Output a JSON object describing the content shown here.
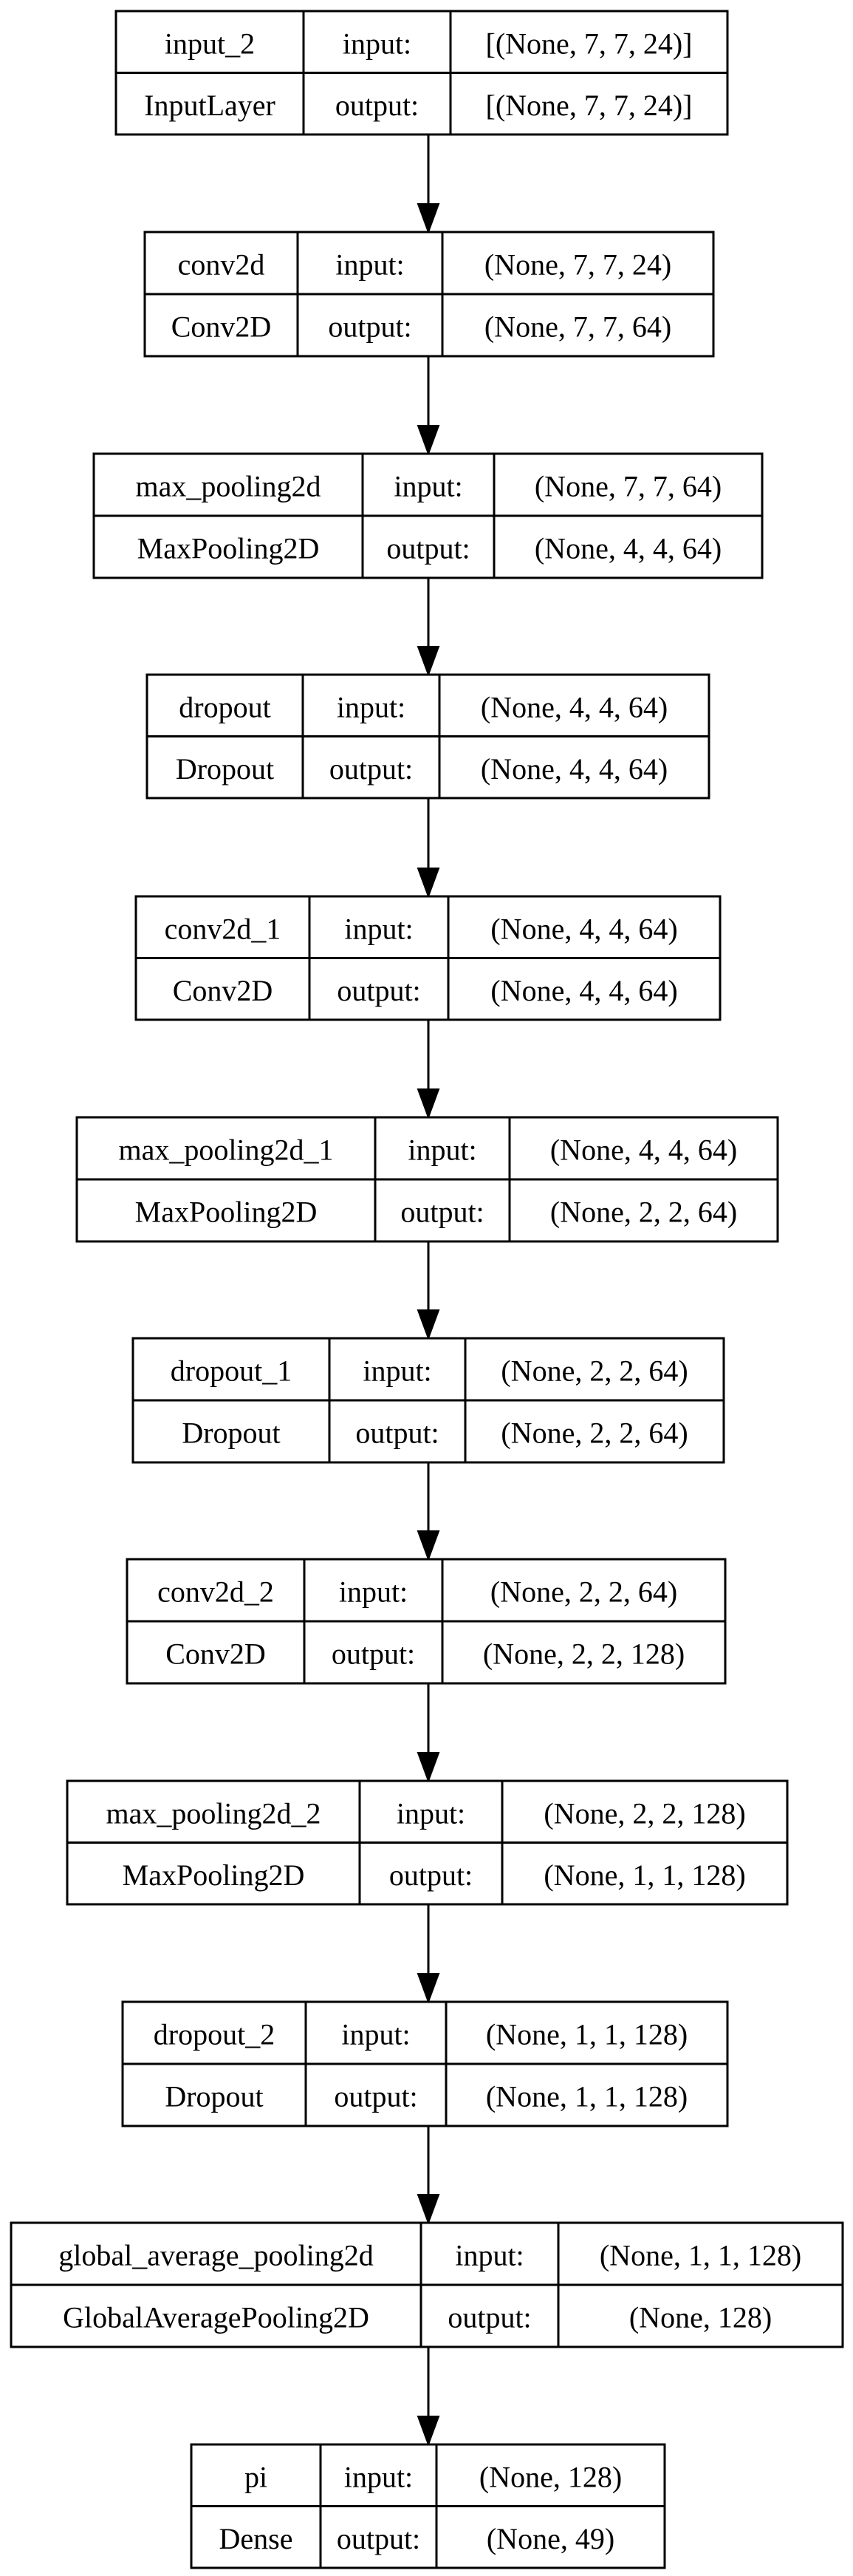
{
  "layers": [
    {
      "name": "input_2",
      "type": "InputLayer",
      "input_label": "input:",
      "output_label": "output:",
      "input_shape": "[(None, 7, 7, 24)]",
      "output_shape": "[(None, 7, 7, 24)]"
    },
    {
      "name": "conv2d",
      "type": "Conv2D",
      "input_label": "input:",
      "output_label": "output:",
      "input_shape": "(None, 7, 7, 24)",
      "output_shape": "(None, 7, 7, 64)"
    },
    {
      "name": "max_pooling2d",
      "type": "MaxPooling2D",
      "input_label": "input:",
      "output_label": "output:",
      "input_shape": "(None, 7, 7, 64)",
      "output_shape": "(None, 4, 4, 64)"
    },
    {
      "name": "dropout",
      "type": "Dropout",
      "input_label": "input:",
      "output_label": "output:",
      "input_shape": "(None, 4, 4, 64)",
      "output_shape": "(None, 4, 4, 64)"
    },
    {
      "name": "conv2d_1",
      "type": "Conv2D",
      "input_label": "input:",
      "output_label": "output:",
      "input_shape": "(None, 4, 4, 64)",
      "output_shape": "(None, 4, 4, 64)"
    },
    {
      "name": "max_pooling2d_1",
      "type": "MaxPooling2D",
      "input_label": "input:",
      "output_label": "output:",
      "input_shape": "(None, 4, 4, 64)",
      "output_shape": "(None, 2, 2, 64)"
    },
    {
      "name": "dropout_1",
      "type": "Dropout",
      "input_label": "input:",
      "output_label": "output:",
      "input_shape": "(None, 2, 2, 64)",
      "output_shape": "(None, 2, 2, 64)"
    },
    {
      "name": "conv2d_2",
      "type": "Conv2D",
      "input_label": "input:",
      "output_label": "output:",
      "input_shape": "(None, 2, 2, 64)",
      "output_shape": "(None, 2, 2, 128)"
    },
    {
      "name": "max_pooling2d_2",
      "type": "MaxPooling2D",
      "input_label": "input:",
      "output_label": "output:",
      "input_shape": "(None, 2, 2, 128)",
      "output_shape": "(None, 1, 1, 128)"
    },
    {
      "name": "dropout_2",
      "type": "Dropout",
      "input_label": "input:",
      "output_label": "output:",
      "input_shape": "(None, 1, 1, 128)",
      "output_shape": "(None, 1, 1, 128)"
    },
    {
      "name": "global_average_pooling2d",
      "type": "GlobalAveragePooling2D",
      "input_label": "input:",
      "output_label": "output:",
      "input_shape": "(None, 1, 1, 128)",
      "output_shape": "(None, 128)"
    },
    {
      "name": "pi",
      "type": "Dense",
      "input_label": "input:",
      "output_label": "output:",
      "input_shape": "(None, 128)",
      "output_shape": "(None, 49)"
    }
  ]
}
